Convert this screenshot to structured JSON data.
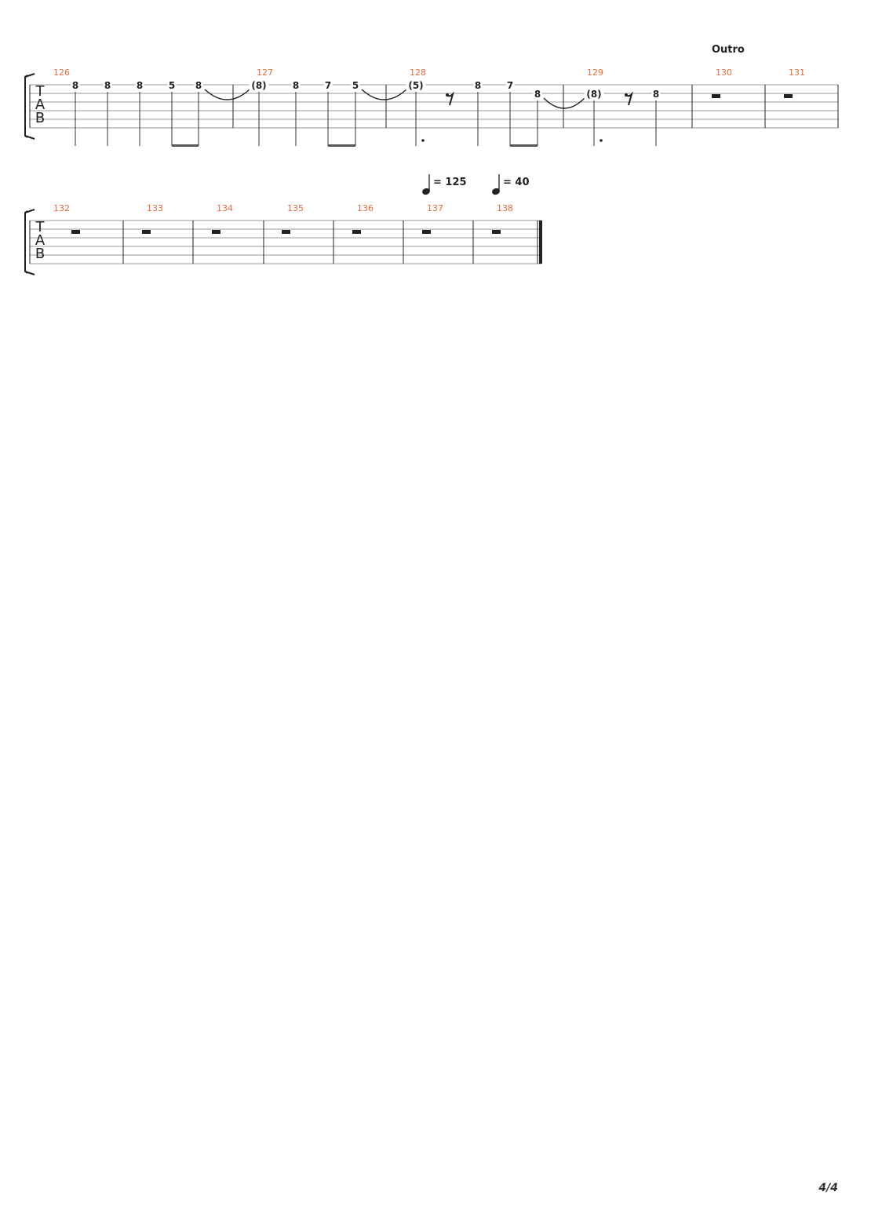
{
  "section_marker": "Outro",
  "page_number": "4/4",
  "tab_clef": [
    "T",
    "A",
    "B"
  ],
  "tempo_markings": [
    {
      "symbol": "quarter-note",
      "text": "= 125"
    },
    {
      "symbol": "quarter-note",
      "text": "= 40"
    }
  ],
  "colors": {
    "measure_number": "#e86a3a",
    "ink": "#222222",
    "staff_line": "#999999"
  },
  "systems": [
    {
      "measures": [
        {
          "number": "126",
          "events": [
            {
              "fret": "8",
              "string": 1
            },
            {
              "fret": "8",
              "string": 1
            },
            {
              "fret": "8",
              "string": 1
            },
            {
              "fret": "5",
              "string": 1,
              "beam": "start"
            },
            {
              "fret": "8",
              "string": 1,
              "beam": "end",
              "tie": "start"
            }
          ]
        },
        {
          "number": "127",
          "events": [
            {
              "fret": "(8)",
              "string": 1,
              "tie": "end"
            },
            {
              "fret": "8",
              "string": 1
            },
            {
              "fret": "7",
              "string": 1,
              "beam": "start"
            },
            {
              "fret": "5",
              "string": 1,
              "beam": "end",
              "tie": "start"
            }
          ]
        },
        {
          "number": "128",
          "events": [
            {
              "fret": "(5)",
              "string": 1,
              "tie": "end",
              "dotted": true
            },
            {
              "rest": "eighth"
            },
            {
              "fret": "8",
              "string": 1
            },
            {
              "fret": "7",
              "string": 1,
              "beam": "start"
            },
            {
              "fret": "8",
              "string": 2,
              "beam": "end",
              "tie": "start"
            }
          ]
        },
        {
          "number": "129",
          "events": [
            {
              "fret": "(8)",
              "string": 2,
              "tie": "end",
              "dotted": true
            },
            {
              "rest": "eighth"
            },
            {
              "fret": "8",
              "string": 2
            }
          ]
        },
        {
          "number": "130",
          "events": [
            {
              "rest": "whole"
            }
          ]
        },
        {
          "number": "131",
          "events": [
            {
              "rest": "whole"
            }
          ]
        }
      ]
    },
    {
      "measures": [
        {
          "number": "132",
          "events": [
            {
              "rest": "whole"
            }
          ]
        },
        {
          "number": "133",
          "events": [
            {
              "rest": "whole"
            }
          ]
        },
        {
          "number": "134",
          "events": [
            {
              "rest": "whole"
            }
          ]
        },
        {
          "number": "135",
          "events": [
            {
              "rest": "whole"
            }
          ]
        },
        {
          "number": "136",
          "events": [
            {
              "rest": "whole"
            }
          ]
        },
        {
          "number": "137",
          "events": [
            {
              "rest": "whole"
            }
          ]
        },
        {
          "number": "138",
          "events": [
            {
              "rest": "whole"
            }
          ]
        }
      ]
    }
  ]
}
